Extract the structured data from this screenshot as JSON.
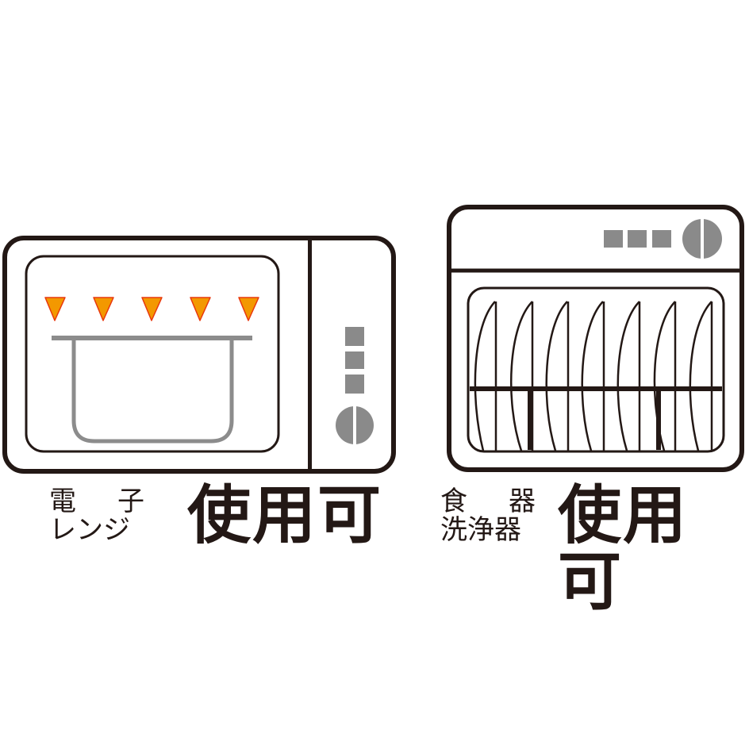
{
  "colors": {
    "outline": "#231815",
    "gray_fill": "#8a8a8a",
    "bowl_gray": "#8c8c8c",
    "heat_orange": "#f39800",
    "heat_edge": "#e8380d",
    "background": "#ffffff"
  },
  "microwave": {
    "icon": "microwave-icon",
    "heat_indicators": 5,
    "label_line1_a": "電",
    "label_line1_b": "子",
    "label_line2": "レンジ",
    "status": "使用可"
  },
  "dishwasher": {
    "icon": "dishwasher-icon",
    "plates": 7,
    "label_line1_a": "食",
    "label_line1_b": "器",
    "label_line2": "洗浄器",
    "status": "使用可"
  }
}
